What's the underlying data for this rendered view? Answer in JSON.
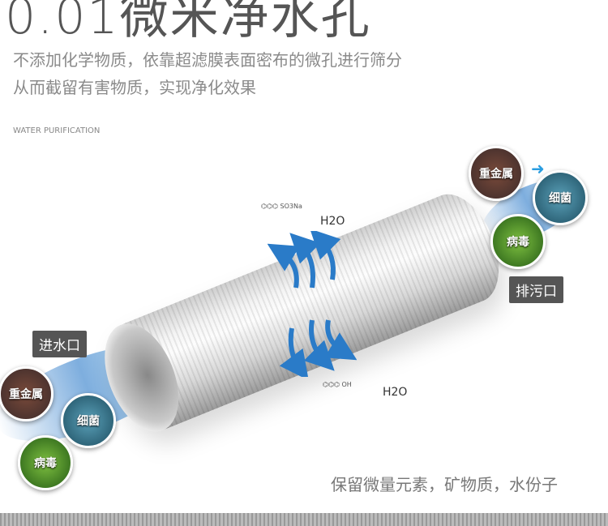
{
  "title": "0.01微米净水孔",
  "subtitle": [
    "不添加化学物质，依靠超滤膜表面密布的微孔进行筛分",
    "从而截留有害物质，实现净化效果"
  ],
  "tag": "WATER PURIFICATION",
  "labels": {
    "inlet": "进水口",
    "outlet": "排污口"
  },
  "contaminants": {
    "metal": "重金属",
    "bacteria": "细菌",
    "virus": "病毒"
  },
  "molecule": {
    "formula": "H2O",
    "group": "SO3Na",
    "oh": "OH"
  },
  "bottom": "保留微量元素，矿物质，水份子",
  "colors": {
    "arrow": "#2a7bc8",
    "label_bg": "#555555"
  }
}
